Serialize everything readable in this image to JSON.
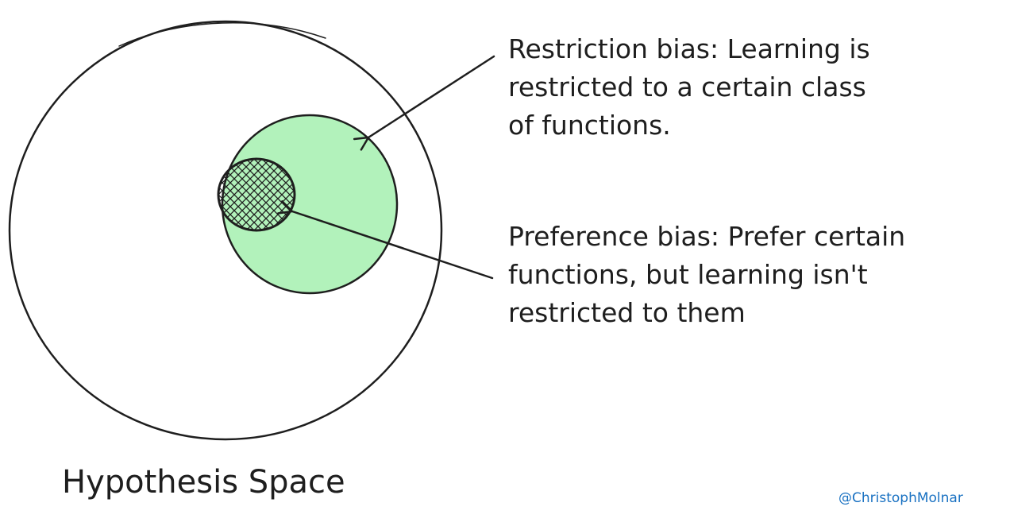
{
  "diagram": {
    "restriction_bias": {
      "lines": [
        "Restriction bias: Learning is",
        "restricted to a certain class",
        "of functions."
      ]
    },
    "preference_bias": {
      "lines": [
        "Preference bias: Prefer certain",
        "functions, but learning isn't",
        "restricted to them"
      ]
    },
    "hypothesis_space_label": "Hypothesis Space",
    "credit": "@ChristophMolnar",
    "colors": {
      "ink": "#1e1e1e",
      "restricted_region_fill": "#b2f2bb",
      "credit_text": "#1971c2",
      "background": "#ffffff"
    }
  }
}
